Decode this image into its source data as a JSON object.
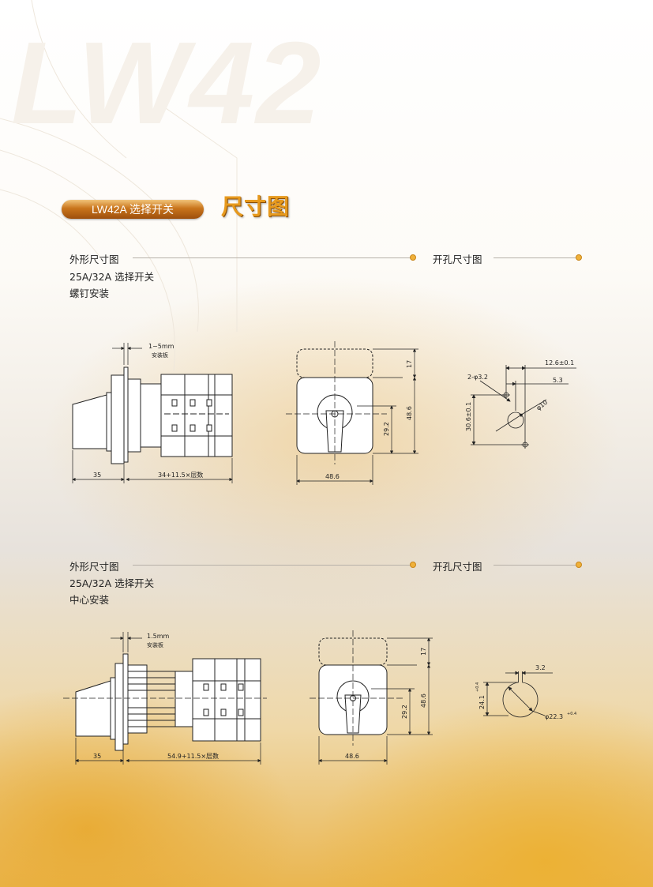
{
  "watermark": "LW42",
  "section": {
    "pill": "LW42A 选择开关",
    "title": "尺寸图"
  },
  "upper": {
    "left_heading": "外形尺寸图",
    "spec": "25A/32A 选择开关",
    "mount": "螺钉安装",
    "right_heading": "开孔尺寸图",
    "side": {
      "panel": "1~5mm",
      "panel_label": "安装板",
      "handle_len": "35",
      "body_len": "34+11.5×层数"
    },
    "front": {
      "h_top": "17",
      "h_mid": "29.2",
      "h_total": "48.6",
      "width": "48.6"
    },
    "cutout": {
      "d1": "12.6±0.1",
      "d2": "5.3",
      "hole": "2-φ3.2",
      "center": "φ10",
      "vert": "30.6±0.1"
    }
  },
  "lower": {
    "left_heading": "外形尺寸图",
    "spec": "25A/32A 选择开关",
    "mount": "中心安装",
    "right_heading": "开孔尺寸图",
    "side": {
      "panel": "1.5mm",
      "panel_label": "安装板",
      "handle_len": "35",
      "body_len": "54.9+11.5×层数"
    },
    "front": {
      "h_top": "17",
      "h_mid": "29.2",
      "h_total": "48.6",
      "width": "48.6"
    },
    "cutout": {
      "d1": "3.2",
      "vert": "24.1",
      "vert_tol": "+0.4",
      "dia": "φ22.3",
      "dia_tol": "+0.4"
    }
  }
}
